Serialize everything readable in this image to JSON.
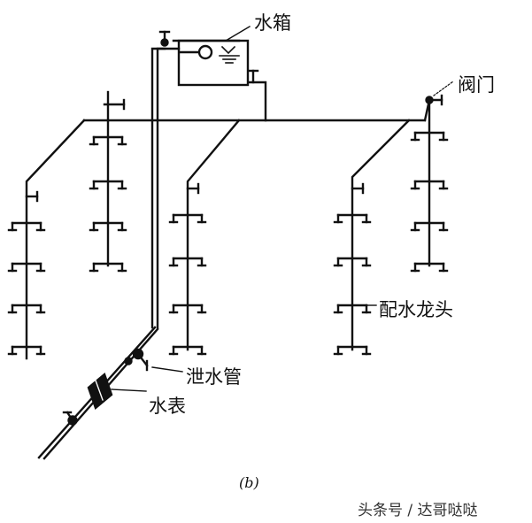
{
  "labels": {
    "tank": "水箱",
    "valve": "阀门",
    "faucet": "配水龙头",
    "drain": "泄水管",
    "meter": "水表",
    "caption": "(b)"
  },
  "watermark": "头条号 / 达哥哒哒",
  "colors": {
    "ink": "#111111",
    "background": "#ffffff"
  }
}
